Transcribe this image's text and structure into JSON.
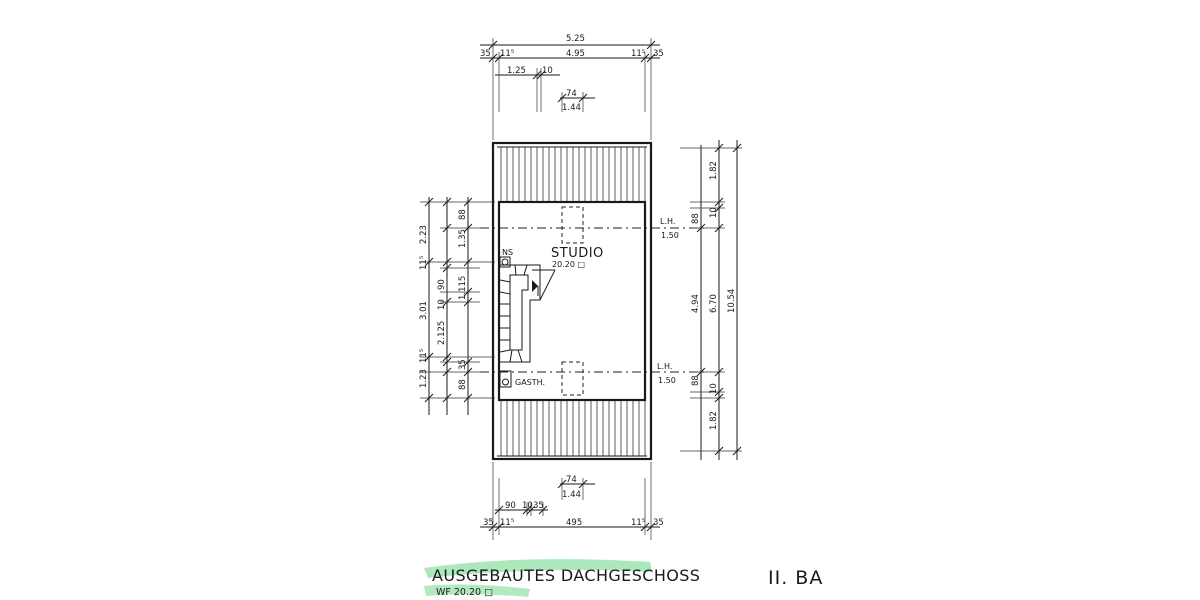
{
  "plan": {
    "room": {
      "name": "STUDIO",
      "area": "20.20 □"
    },
    "labels": {
      "ns": "NS",
      "guest_wc": "GASTH.",
      "lh": "L.H.",
      "lh_value": "1.50"
    },
    "top_dims": {
      "overall": "5.25",
      "inner": "4.95",
      "wall_left": "11⁵",
      "wall_right": "11⁵",
      "edge_left": "35",
      "edge_right": "35",
      "seg_a": "1.25",
      "seg_b": "10",
      "win_a": "74",
      "win_b": "1.44"
    },
    "bottom_dims": {
      "inner": "495",
      "wall_left": "11⁵",
      "wall_right": "11⁵",
      "edge_left": "35",
      "edge_right": "35",
      "seg_a": "90",
      "seg_b": "10",
      "seg_c": "35",
      "win_a": "74",
      "win_b": "1.44"
    },
    "left_dims": {
      "d223": "2.23",
      "d135": "1.35",
      "d88a": "88",
      "d115a": "11⁵",
      "d90": "90",
      "d1115": "1.115",
      "d10": "10",
      "d301": "3.01",
      "d2125": "2.125",
      "d115b": "11⁵",
      "d35": "35",
      "d123": "1.23",
      "d88b": "88"
    },
    "right_dims": {
      "d182a": "1.82",
      "d10a": "10",
      "d88a": "88",
      "d494": "4.94",
      "d670": "6.70",
      "d1054": "10.54",
      "d88b": "88",
      "d10b": "10",
      "d182b": "1.82"
    }
  },
  "title": {
    "main": "AUSGEBAUTES DACHGESCHOSS",
    "sub": "WF  20.20 □",
    "section": "II. BA",
    "highlight_color": "#9fe3b0"
  }
}
